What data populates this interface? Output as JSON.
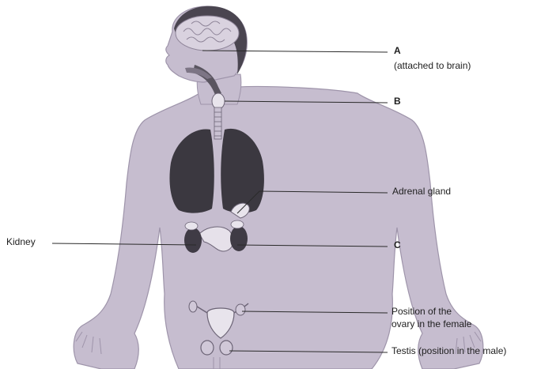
{
  "colors": {
    "background": "#ffffff",
    "body_fill": "#c6bdcf",
    "body_outline": "#9e94aa",
    "hair": "#4a4550",
    "brain": "#d9d2df",
    "lung": "#3b3840",
    "organ": "#5a5560",
    "gland": "#e8e4ec",
    "leader_line": "#2a2a2a",
    "text": "#1e1e1e"
  },
  "labels": {
    "a": "A",
    "a_note": "(attached to brain)",
    "b": "B",
    "adrenal": "Adrenal gland",
    "kidney": "Kidney",
    "c": "C",
    "ovary_line1": "Position of the",
    "ovary_line2": "ovary in the female",
    "testis": "Testis (position in the male)"
  }
}
